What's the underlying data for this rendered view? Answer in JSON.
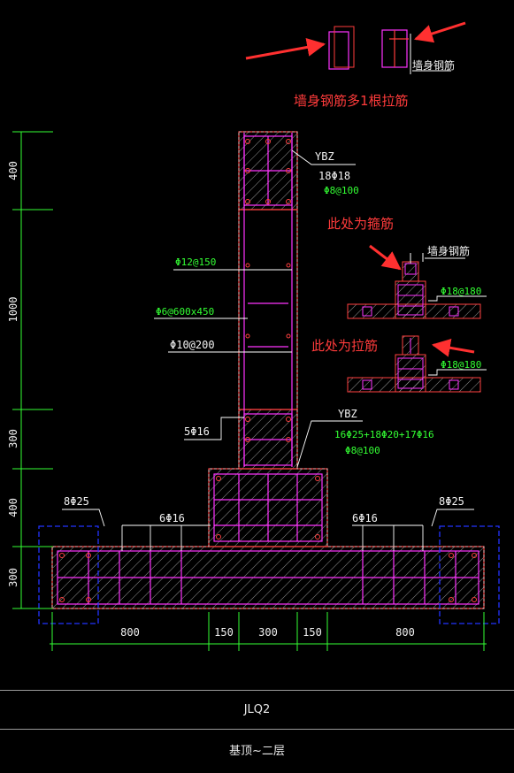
{
  "annotations": {
    "top_note": "墙身钢筋多1根拉筋",
    "stirrup_note": "此处为箍筋",
    "tie_note": "此处为拉筋"
  },
  "labels": {
    "ybz_top": "YBZ",
    "ybz_top_rebar": "18Φ18",
    "ybz_top_stirrup": "Φ8@100",
    "wall_h_rebar": "Φ12@150",
    "wall_tie": "Φ6@600x450",
    "wall_v_rebar": "Φ10@200",
    "neck_rebar": "5Φ16",
    "ybz_bottom": "YBZ",
    "ybz_bottom_rebar": "16Φ25+18Φ20+17Φ16",
    "ybz_bottom_stirrup": "Φ8@100",
    "left_end_rebar": "8Φ25",
    "right_end_rebar": "8Φ25",
    "left_flange_rebar": "6Φ16",
    "right_flange_rebar": "6Φ16",
    "wall_rebar_tag_top": "墙身钢筋",
    "wall_rebar_tag_mid": "墙身钢筋",
    "detail_stirrup_rebar": "Φ18@180",
    "detail_tie_rebar": "Φ18@180"
  },
  "dimensions": {
    "vertical": [
      "400",
      "1000",
      "300",
      "400",
      "300"
    ],
    "horizontal": [
      "800",
      "150",
      "300",
      "150",
      "800"
    ]
  },
  "footer": {
    "name": "JLQ2",
    "range": "基顶~二层"
  },
  "colors": {
    "background": "#000000",
    "section_outline": "#ff4040",
    "rebar": "#ff33ff",
    "dimension": "#33ff33",
    "annotation": "#ff3b3b",
    "end_zone": "#2233ff"
  }
}
